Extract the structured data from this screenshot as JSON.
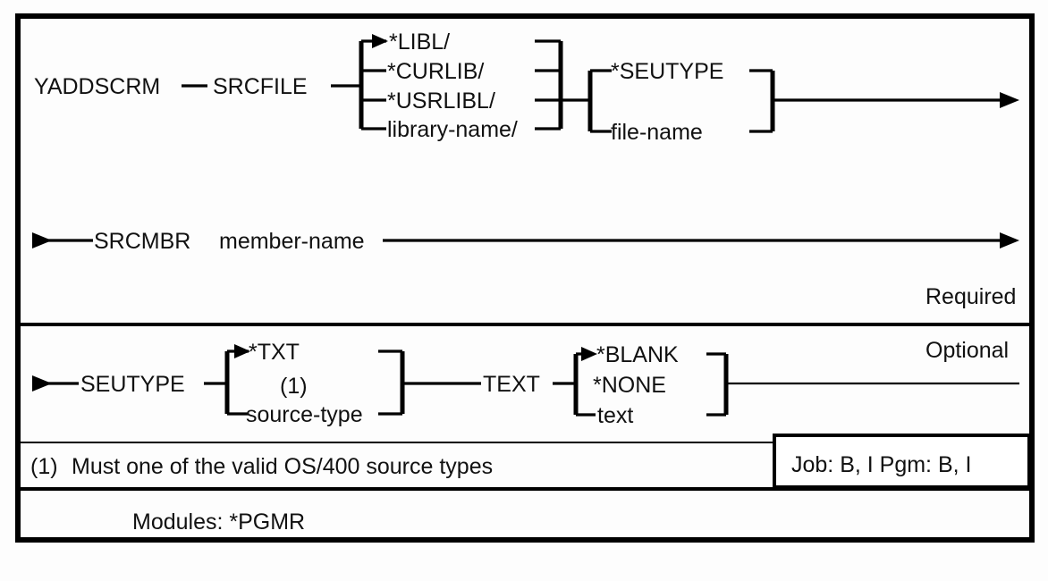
{
  "diagram": {
    "title": "YADDSCRM command syntax diagram",
    "command": "YADDSCRM",
    "colors": {
      "ink": "#000000",
      "background": "#ffffff",
      "paper": "#fdfdfd"
    },
    "sections": [
      {
        "id": "required",
        "label": "Required"
      },
      {
        "id": "optional",
        "label": "Optional"
      }
    ],
    "rows": [
      {
        "id": "row-srcfile",
        "keyword": "SRCFILE",
        "group_library": {
          "options": [
            "*LIBL/",
            "*CURLIB/",
            "*USRLIBL/",
            "library-name/"
          ],
          "default": "*LIBL/"
        },
        "group_file": {
          "options": [
            "*SEUTYPE",
            "file-name"
          ],
          "default": "*SEUTYPE"
        }
      },
      {
        "id": "row-srcmbr",
        "keyword": "SRCMBR",
        "operand": "member-name"
      },
      {
        "id": "row-seutype",
        "keyword": "SEUTYPE",
        "group_seutype": {
          "options": [
            "*TXT",
            "source-type"
          ],
          "default": "*TXT",
          "footnote_marker": "(1)"
        },
        "keyword2": "TEXT",
        "group_text": {
          "options": [
            "*BLANK",
            "*NONE",
            "text"
          ],
          "default": "*BLANK"
        }
      }
    ],
    "footnote": {
      "marker": "(1)",
      "text": "Must one of the valid OS/400 source types"
    },
    "badge": {
      "job_label": "Job:",
      "job_value": "B, I",
      "pgm_label": "Pgm:",
      "pgm_value": "B, I",
      "combined": "Job: B, I   Pgm: B, I"
    },
    "modules": {
      "label": "Modules:",
      "value": "*PGMR",
      "combined": "Modules:   *PGMR"
    }
  }
}
